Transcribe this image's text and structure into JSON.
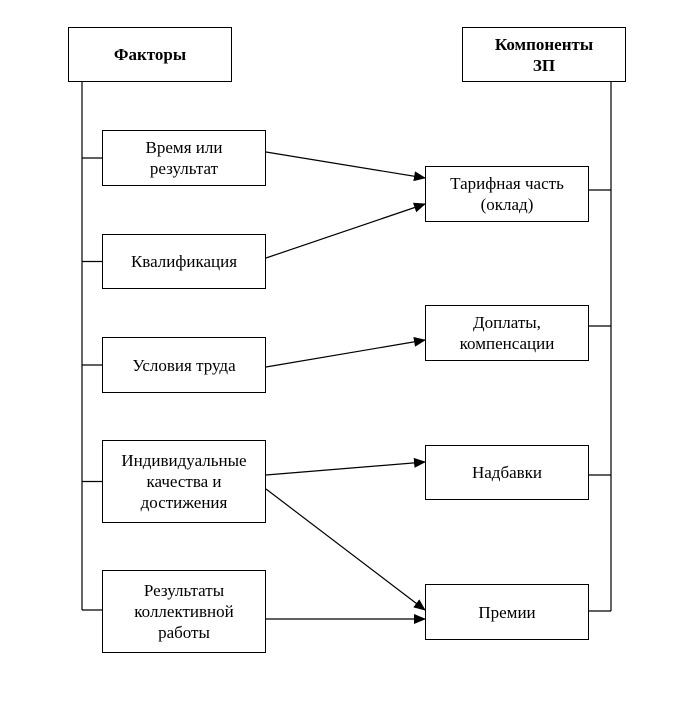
{
  "diagram": {
    "factors_header": "Факторы",
    "components_header": "Компоненты\nЗП",
    "factors": [
      "Время или\nрезультат",
      "Квалификация",
      "Условия труда",
      "Индивидуальные\nкачества и\nдостижения",
      "Результаты\nколлективной\nработы"
    ],
    "components": [
      "Тарифная часть\n(оклад)",
      "Доплаты,\nкомпенсации",
      "Надбавки",
      "Премии"
    ],
    "links": [
      {
        "from": 0,
        "to": 0
      },
      {
        "from": 1,
        "to": 0
      },
      {
        "from": 2,
        "to": 1
      },
      {
        "from": 3,
        "to": 2
      },
      {
        "from": 3,
        "to": 3
      },
      {
        "from": 4,
        "to": 3
      }
    ],
    "line_color": "#000000"
  }
}
